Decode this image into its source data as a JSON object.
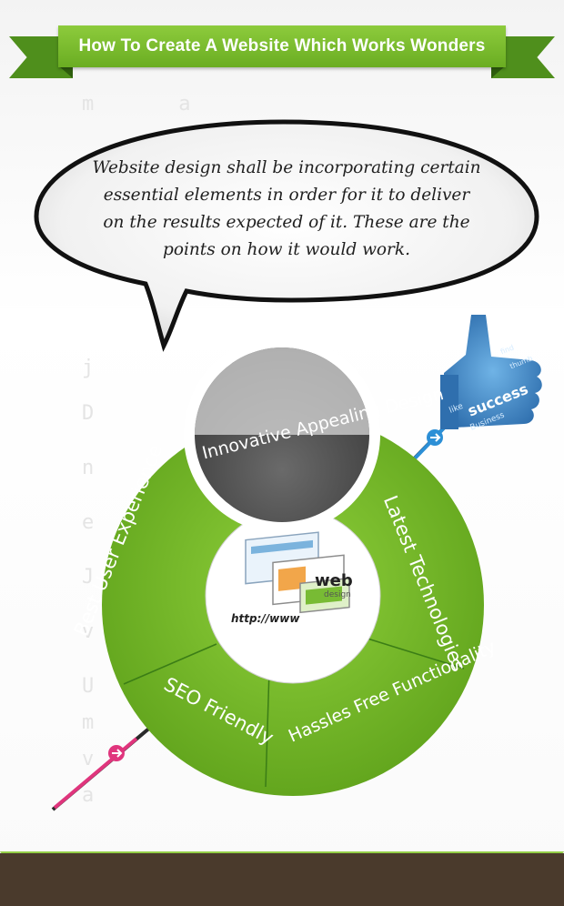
{
  "title": "How To Create A Website Which Works Wonders",
  "intro": "Website design shall be incorporating certain essential elements in order for it to deliver on the results expected of it. These are the points on how it would work.",
  "segments": {
    "top": "Innovative Appealing Design",
    "left": "Best User Experience",
    "right": "Latest Technologies",
    "bottom_left": "SEO Friendly",
    "bottom_right": "Hassles Free Functionality"
  },
  "center_graphic": {
    "logo_word": "web",
    "logo_sub": "design",
    "url_text": "http://www"
  },
  "thumb_words": {
    "main": "success",
    "others": [
      "like",
      "Business",
      "thumb",
      "find"
    ]
  },
  "colors": {
    "ribbon": "#6aad22",
    "wheel_green": "#72b629",
    "wheel_dark": "#4f4f4f",
    "arrow_blue": "#2c8fd6",
    "arrow_pink": "#e0357d",
    "ground": "#4a3a2c"
  },
  "icons": [
    "thumbs-up-icon",
    "arrow-icon",
    "arrow-icon"
  ]
}
